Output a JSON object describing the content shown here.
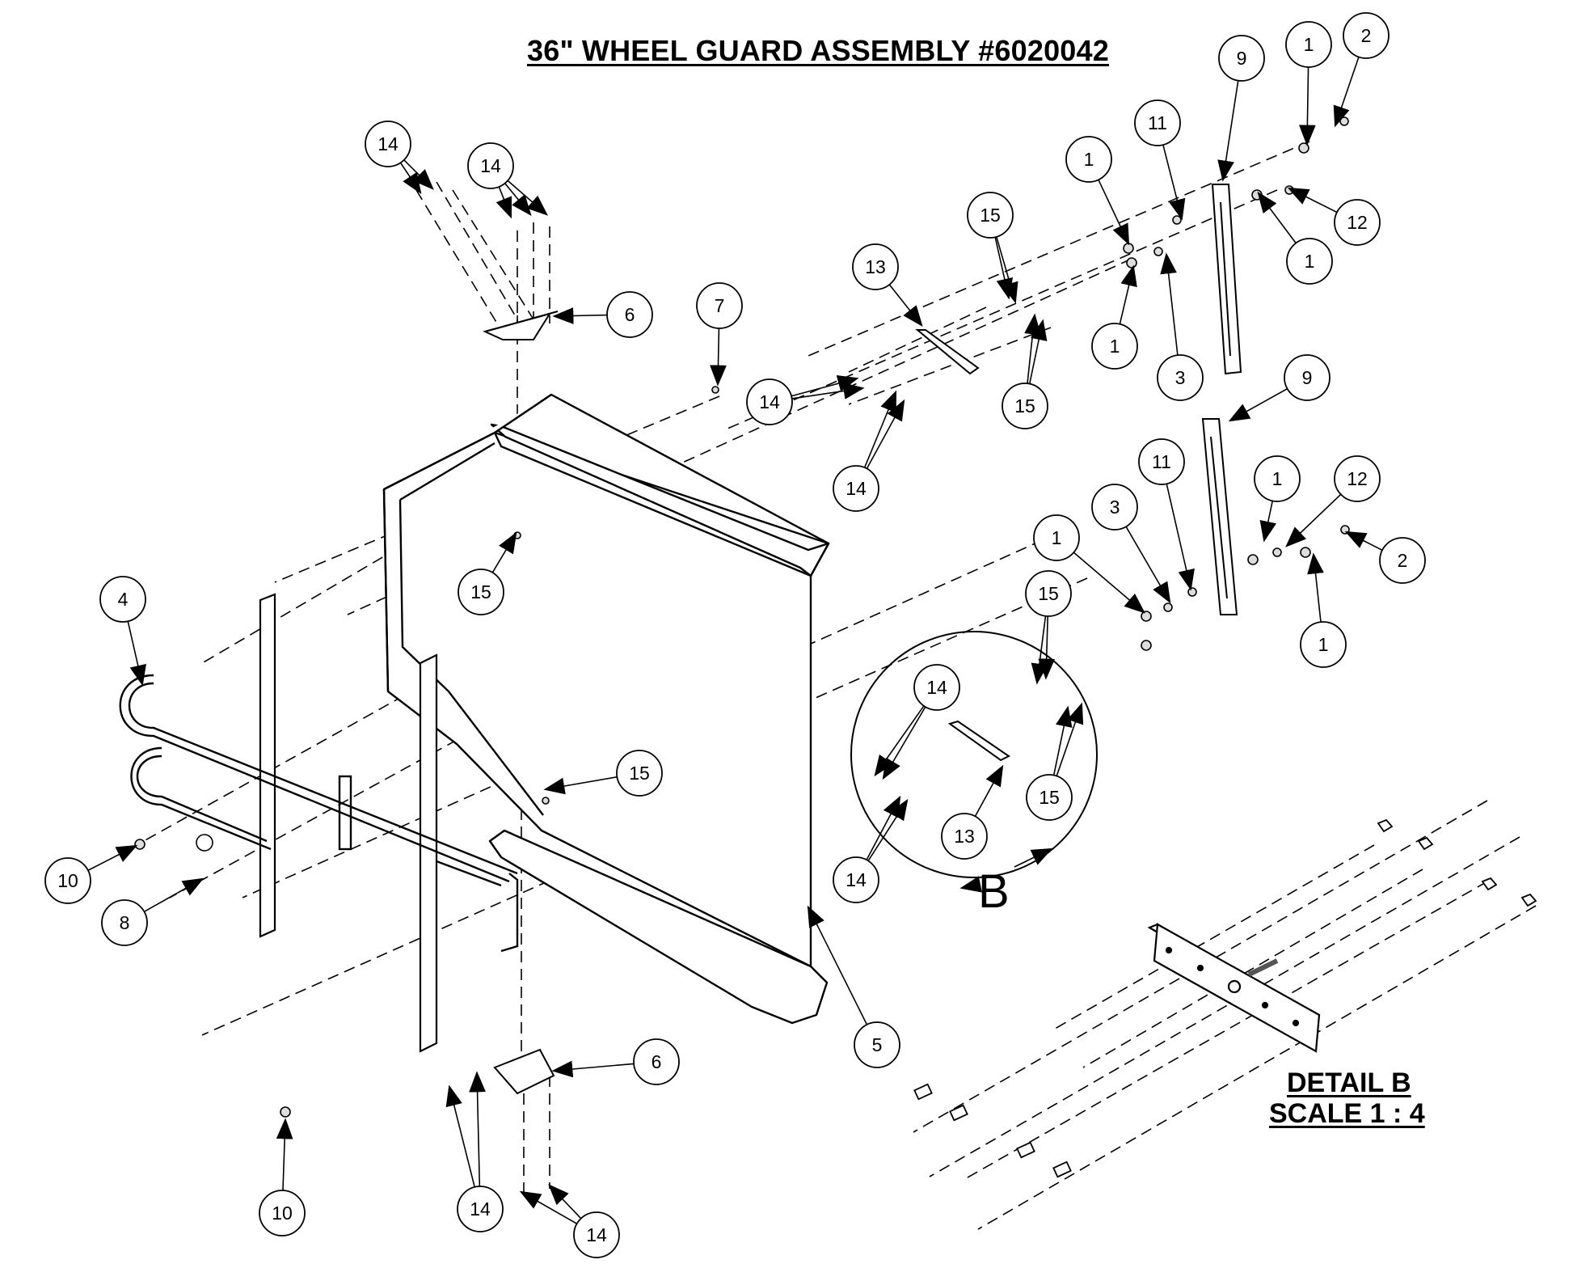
{
  "title": "36\" WHEEL GUARD ASSEMBLY #6020042",
  "detail": {
    "title": "DETAIL B",
    "scale": "SCALE 1 : 4",
    "view_letter": "B"
  },
  "callouts": [
    {
      "n": "1"
    },
    {
      "n": "2"
    },
    {
      "n": "9"
    },
    {
      "n": "11"
    },
    {
      "n": "1"
    },
    {
      "n": "12"
    },
    {
      "n": "1"
    },
    {
      "n": "1"
    },
    {
      "n": "3"
    },
    {
      "n": "15"
    },
    {
      "n": "13"
    },
    {
      "n": "15"
    },
    {
      "n": "14"
    },
    {
      "n": "14"
    },
    {
      "n": "14"
    },
    {
      "n": "14"
    },
    {
      "n": "6"
    },
    {
      "n": "7"
    },
    {
      "n": "9"
    },
    {
      "n": "11"
    },
    {
      "n": "12"
    },
    {
      "n": "1"
    },
    {
      "n": "3"
    },
    {
      "n": "1"
    },
    {
      "n": "2"
    },
    {
      "n": "1"
    },
    {
      "n": "15"
    },
    {
      "n": "14"
    },
    {
      "n": "15"
    },
    {
      "n": "13"
    },
    {
      "n": "14"
    },
    {
      "n": "15"
    },
    {
      "n": "4"
    },
    {
      "n": "15"
    },
    {
      "n": "10"
    },
    {
      "n": "8"
    },
    {
      "n": "5"
    },
    {
      "n": "6"
    },
    {
      "n": "10"
    },
    {
      "n": "14"
    },
    {
      "n": "14"
    }
  ]
}
